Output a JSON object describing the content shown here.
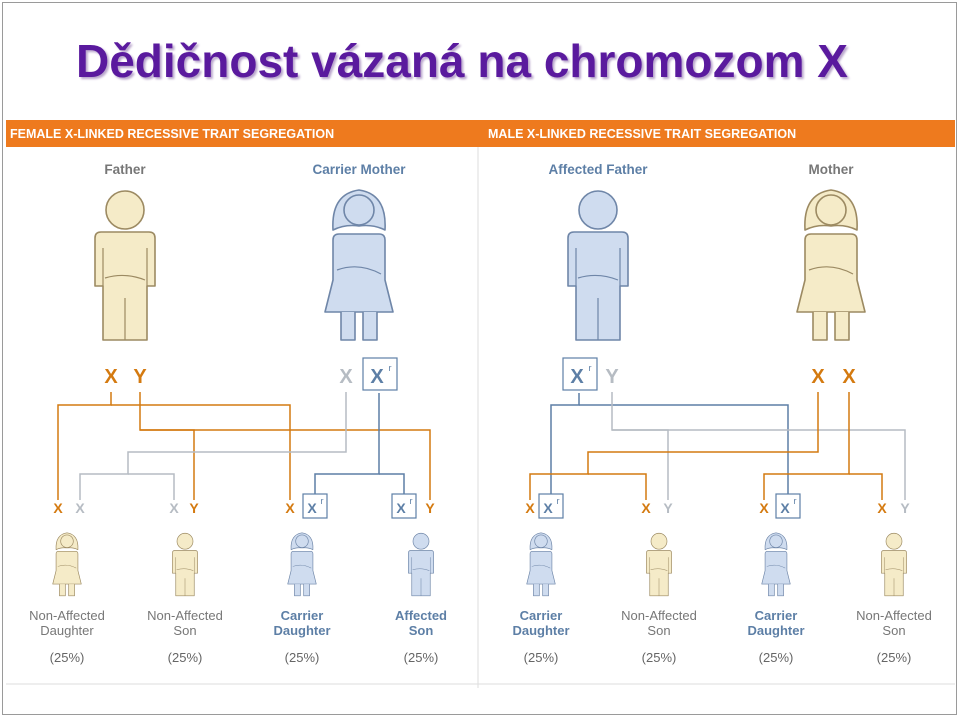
{
  "title": "Dědičnost vázaná na chromozom X",
  "colors": {
    "accent_orange": "#ee7a1e",
    "chrom_orange": "#d47a10",
    "carrier_blue": "#5d7fa6",
    "gray": "#b6bcc3",
    "unaffected_fill": "#f5ebc8",
    "affected_fill": "#cfdcef",
    "title_purple": "#5a1a9e"
  },
  "panels": [
    {
      "header": "FEMALE X-LINKED RECESSIVE TRAIT SEGREGATION",
      "parents": [
        {
          "label": "Father",
          "status": "unaffected",
          "sex": "male",
          "chromosomes": [
            "X",
            "Y"
          ]
        },
        {
          "label": "Carrier Mother",
          "status": "affected",
          "sex": "female",
          "chromosomes": [
            "X",
            "X"
          ],
          "marked_index": 1
        }
      ],
      "children": [
        {
          "chromosomes": [
            "X",
            "X"
          ],
          "marked": null,
          "label_line1": "Non-Affected",
          "label_line2": "Daughter",
          "percent": "(25%)",
          "status": "unaffected",
          "sex": "female"
        },
        {
          "chromosomes": [
            "X",
            "Y"
          ],
          "marked": null,
          "label_line1": "Non-Affected",
          "label_line2": "Son",
          "percent": "(25%)",
          "status": "unaffected",
          "sex": "male"
        },
        {
          "chromosomes": [
            "X",
            "X"
          ],
          "marked": 1,
          "label_line1": "Carrier",
          "label_line2": "Daughter",
          "percent": "(25%)",
          "status": "affected",
          "sex": "female"
        },
        {
          "chromosomes": [
            "X",
            "Y"
          ],
          "marked": 0,
          "label_line1": "Affected",
          "label_line2": "Son",
          "percent": "(25%)",
          "status": "affected",
          "sex": "male"
        }
      ]
    },
    {
      "header": "MALE X-LINKED RECESSIVE TRAIT SEGREGATION",
      "parents": [
        {
          "label": "Affected Father",
          "status": "affected",
          "sex": "male",
          "chromosomes": [
            "X",
            "Y"
          ],
          "marked_index": 0
        },
        {
          "label": "Mother",
          "status": "unaffected",
          "sex": "female",
          "chromosomes": [
            "X",
            "X"
          ]
        }
      ],
      "children": [
        {
          "chromosomes": [
            "X",
            "X"
          ],
          "marked": 1,
          "label_line1": "Carrier",
          "label_line2": "Daughter",
          "percent": "(25%)",
          "status": "affected",
          "sex": "female"
        },
        {
          "chromosomes": [
            "X",
            "Y"
          ],
          "marked": null,
          "label_line1": "Non-Affected",
          "label_line2": "Son",
          "percent": "(25%)",
          "status": "unaffected",
          "sex": "male"
        },
        {
          "chromosomes": [
            "X",
            "X"
          ],
          "marked": 1,
          "label_line1": "Carrier",
          "label_line2": "Daughter",
          "percent": "(25%)",
          "status": "affected",
          "sex": "female"
        },
        {
          "chromosomes": [
            "X",
            "Y"
          ],
          "marked": null,
          "label_line1": "Non-Affected",
          "label_line2": "Son",
          "percent": "(25%)",
          "status": "unaffected",
          "sex": "male"
        }
      ]
    }
  ],
  "superscript": "r"
}
